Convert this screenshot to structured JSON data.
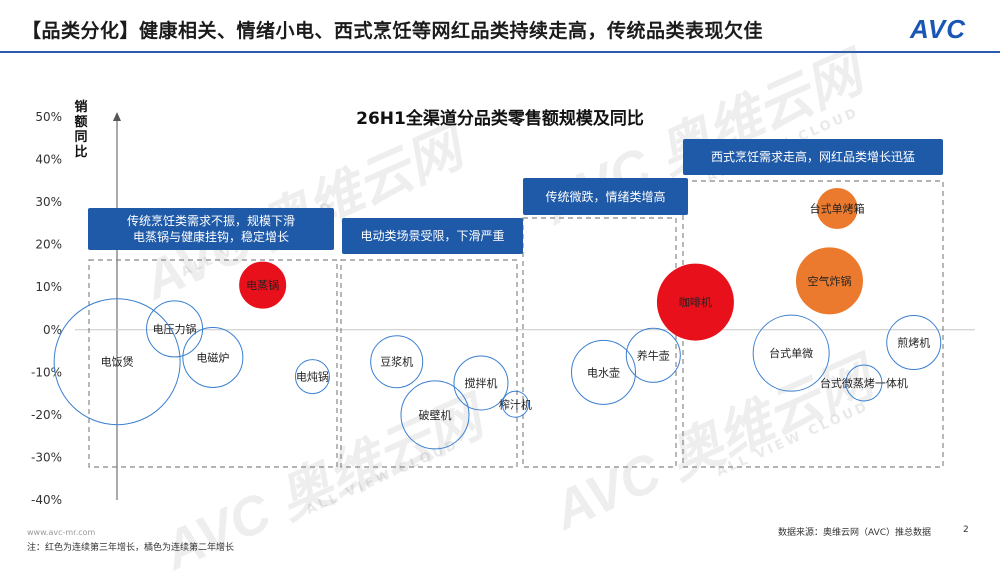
{
  "header": {
    "title": "【品类分化】健康相关、情绪小电、西式烹饪等网红品类持续走高，传统品类表现欠佳",
    "logo": "AVC"
  },
  "watermark": {
    "main": "AVC 奥维云网",
    "sub": "ALL VIEW CLOUD"
  },
  "callouts": [
    {
      "text": "传统烹饪类需求不振，规模下滑\n电蒸锅与健康挂钩，稳定增长"
    },
    {
      "text": "电动类场景受限，下滑严重"
    },
    {
      "text": "传统微跌，情绪类增高"
    },
    {
      "text": "西式烹饪需求走高，网红品类增长迅猛"
    }
  ],
  "footer": {
    "url": "www.avc-mr.com",
    "note": "注：红色为连续第三年增长，橘色为连续第二年增长",
    "source": "数据来源：奥维云网（AVC）推总数据",
    "page": "2"
  },
  "colors": {
    "red": "#e8101a",
    "orange": "#ec7a2e",
    "outline": "#3b7fd0",
    "callout": "#1f5aa8",
    "brand": "#1a56b4"
  },
  "chart_data": {
    "type": "scatter",
    "title": "26H1全渠道分品类零售额规模及同比",
    "ylabel": "销额同比",
    "ylim": [
      -40,
      50
    ],
    "yticks": [
      "50%",
      "40%",
      "30%",
      "20%",
      "10%",
      "0%",
      "-10%",
      "-20%",
      "-30%",
      "-40%"
    ],
    "grid": false,
    "points": [
      {
        "name": "电蒸锅",
        "group": 0,
        "x": 4.9,
        "y": 10.5,
        "r": 23,
        "fill": "red"
      },
      {
        "name": "电压力锅",
        "group": 0,
        "x": 2.6,
        "y": 0.2,
        "r": 28,
        "fill": "none"
      },
      {
        "name": "电饭煲",
        "group": 0,
        "x": 1.1,
        "y": -7.5,
        "r": 63,
        "fill": "none"
      },
      {
        "name": "电磁炉",
        "group": 0,
        "x": 3.6,
        "y": -6.5,
        "r": 30,
        "fill": "none"
      },
      {
        "name": "电炖锅",
        "group": 0,
        "x": 6.2,
        "y": -11.0,
        "r": 17,
        "fill": "none"
      },
      {
        "name": "豆浆机",
        "group": 1,
        "x": 8.4,
        "y": -7.5,
        "r": 26,
        "fill": "none"
      },
      {
        "name": "破壁机",
        "group": 1,
        "x": 9.4,
        "y": -20.0,
        "r": 34,
        "fill": "none"
      },
      {
        "name": "搅拌机",
        "group": 1,
        "x": 10.6,
        "y": -12.5,
        "r": 27,
        "fill": "none"
      },
      {
        "name": "榨汁机",
        "group": 1,
        "x": 11.5,
        "y": -17.5,
        "r": 13,
        "fill": "none"
      },
      {
        "name": "电水壶",
        "group": 2,
        "x": 13.8,
        "y": -10.0,
        "r": 32,
        "fill": "none"
      },
      {
        "name": "养牛壶",
        "group": 2,
        "x": 15.1,
        "y": -6.0,
        "r": 27,
        "fill": "none"
      },
      {
        "name": "咖啡机",
        "group": 2,
        "x": 16.2,
        "y": 6.5,
        "r": 38,
        "fill": "red"
      },
      {
        "name": "台式单烤箱",
        "group": 3,
        "x": 19.9,
        "y": 28.5,
        "r": 20,
        "fill": "orange"
      },
      {
        "name": "空气炸锅",
        "group": 3,
        "x": 19.7,
        "y": 11.5,
        "r": 33,
        "fill": "orange"
      },
      {
        "name": "台式单微",
        "group": 3,
        "x": 18.7,
        "y": -5.5,
        "r": 38,
        "fill": "none"
      },
      {
        "name": "台式微蒸烤一体机",
        "group": 3,
        "x": 20.6,
        "y": -12.5,
        "r": 18,
        "fill": "none"
      },
      {
        "name": "煎烤机",
        "group": 3,
        "x": 21.9,
        "y": -3.0,
        "r": 27,
        "fill": "none"
      }
    ]
  }
}
